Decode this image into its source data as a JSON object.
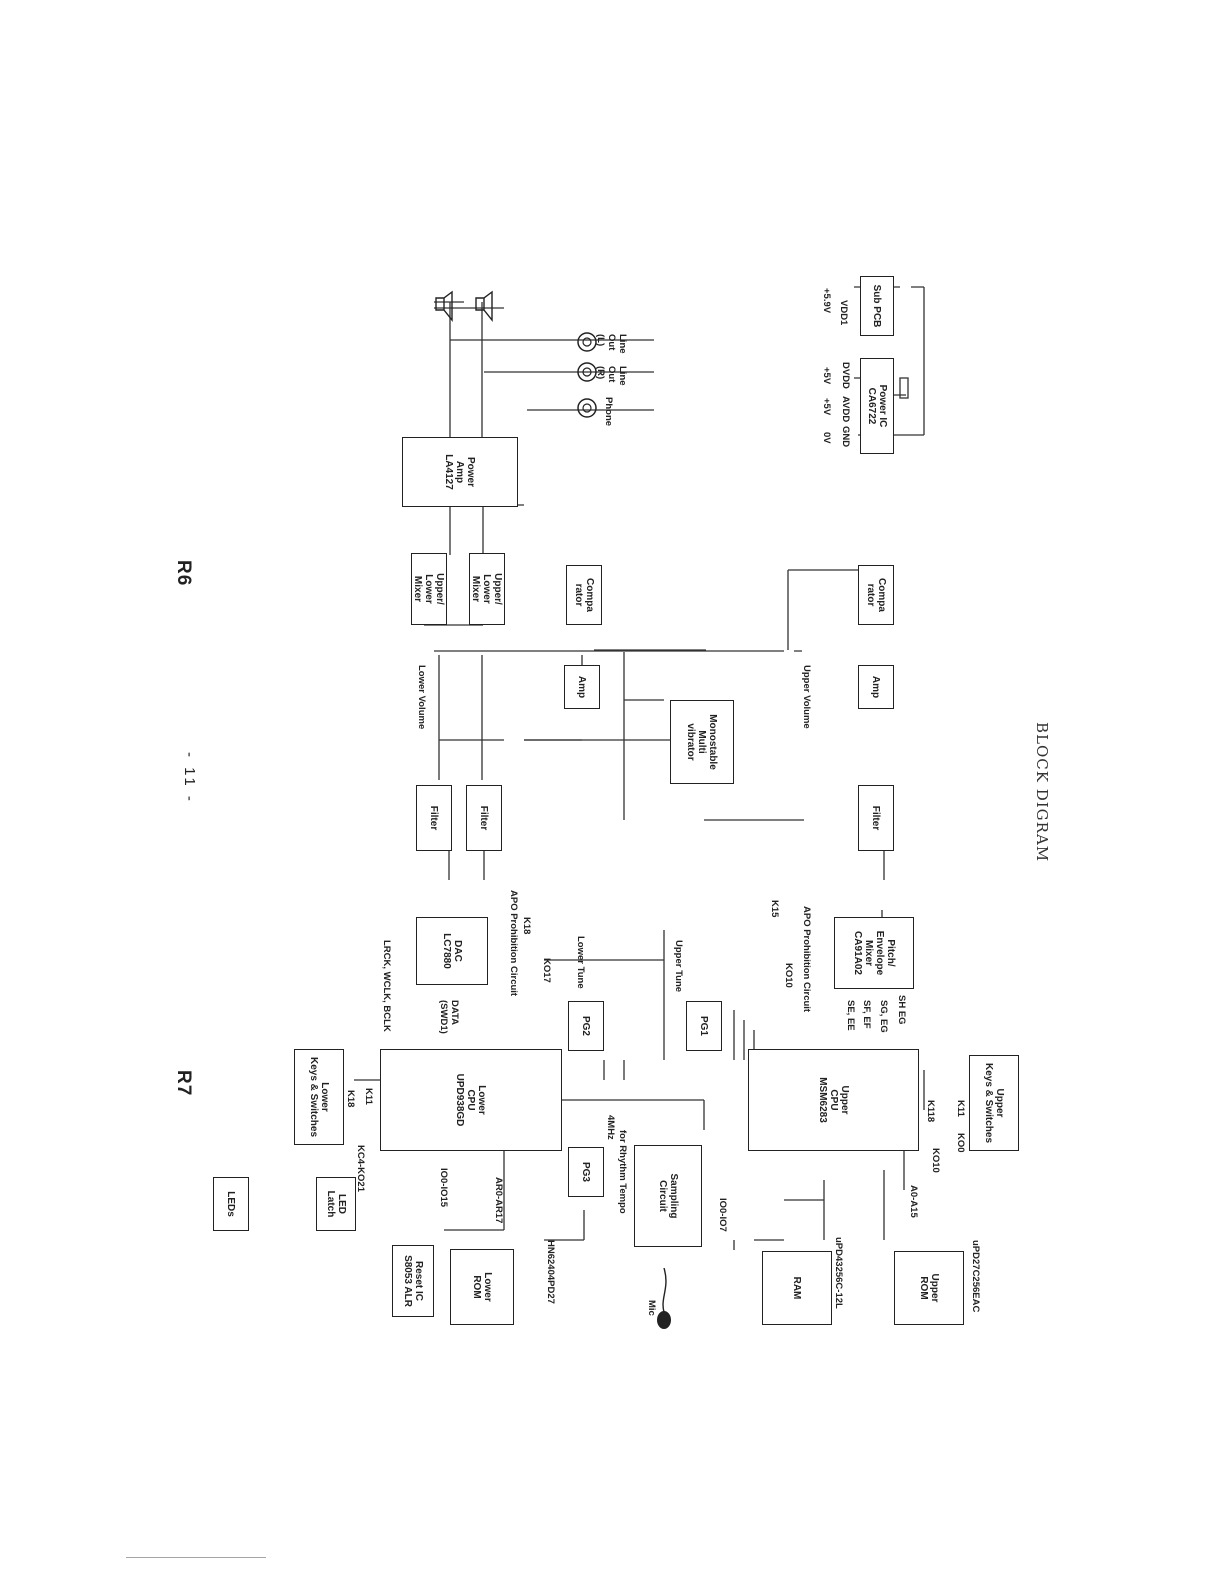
{
  "title": "BLOCK DIGRAM",
  "page_number": "- 11 -",
  "corner_labels": [
    "R6",
    "R7"
  ],
  "blocks": {
    "sub_pcb": "Sub PCB",
    "power_ic": "Power IC\nCA6722",
    "power_amp": "Power\nAmp\nLA4127",
    "mixer_1": "Upper/\nLower\nMixer",
    "mixer_2": "Upper/\nLower\nMixer",
    "comparator_lower": "Compa\nrator",
    "comparator_upper": "Compa\nrator",
    "amp_lower": "Amp",
    "amp_upper": "Amp",
    "monostable": "Monostable\nMulti\nvibrator",
    "filter_1": "Filter",
    "filter_2": "Filter",
    "filter_upper": "Filter",
    "pitch_mixer": "Pitch/\nEnvelope\nMixer\nCA91A02",
    "dac": "DAC\nLC7880",
    "pg1": "PG1",
    "pg2": "PG2",
    "pg3": "PG3",
    "upper_cpu": "Upper\nCPU\nMSM6283",
    "lower_cpu": "Lower\nCPU\nUPD938GD",
    "upper_keys": "Upper\nKeys & Switches",
    "lower_keys": "Lower\nKeys & Switches",
    "sampling": "Sampling\nCircuit",
    "upper_rom": "Upper\nROM",
    "ram": "RAM",
    "lower_rom": "Lower\nROM",
    "led_latch": "LED\nLatch",
    "leds": "LEDs",
    "reset_ic": "Reset IC\nS8053 ALR"
  },
  "labels": {
    "vdd1": "VDD1",
    "v59": "+5.9V",
    "dvdd": "DVDD",
    "avdd": "AVDD",
    "gnd": "GND",
    "v5a": "+5V",
    "v5b": "+5V",
    "v0": "0V",
    "line_out_l": "Line\nOut\n(L)",
    "line_out_r": "Line\nOut\n(R)",
    "phone": "Phone",
    "lower_volume": "Lower Volume",
    "upper_volume": "Upper Volume",
    "apo_upper": "APO Prohibition Circuit",
    "apo_lower": "APO Prohibition Circuit",
    "k15": "K15",
    "ko10a": "KO10",
    "k18a": "K18",
    "ko17": "KO17",
    "upper_tune": "Upper Tune",
    "lower_tune": "Lower Tune",
    "s_eg": "SH EG",
    "sg_eg": "SG, EG",
    "sf_ef": "SF, EF",
    "se_ee": "SE, EE",
    "data_swd": "DATA\n(SWD1)",
    "lrck": "LRCK, WCLK, BCLK",
    "mhz": "4MHz",
    "rhythm": "for Rhythm Tempo",
    "k11a": "K11",
    "k11b": "K11",
    "k18b": "K18",
    "k118": "K118",
    "ko0": "KO0",
    "ko10b": "KO10",
    "kc4": "KC4-KO21",
    "a0a15": "A0-A15",
    "io0io7": "IO0-IO7",
    "ar0ar17": "AR0-AR17",
    "io0io15": "IO0-IO15",
    "upd27c": "uPD27C256EAC",
    "upd43256": "uPD43256C-12L",
    "hn62404": "HN62404PD27",
    "mic": "Mic"
  }
}
